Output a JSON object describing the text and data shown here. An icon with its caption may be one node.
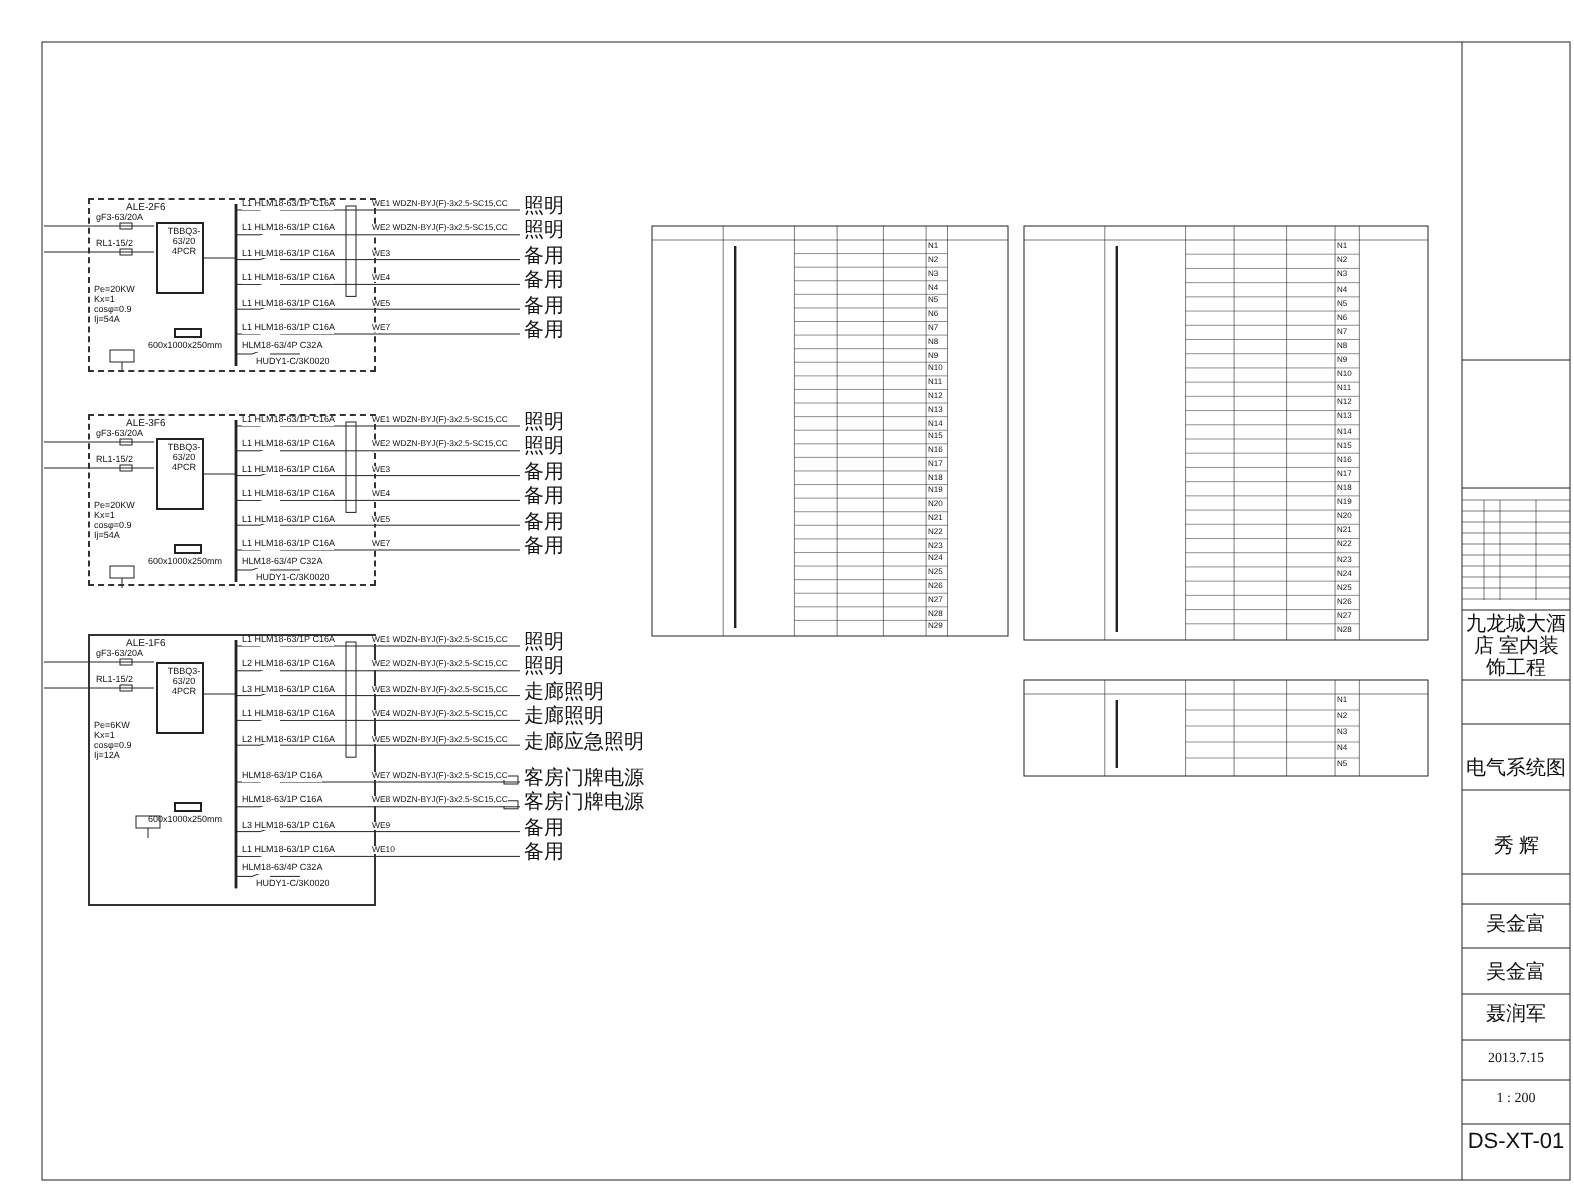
{
  "diagram": {
    "nodes": [
      {
        "text": [
          "ALE-2F6"
        ]
      },
      {
        "text": [
          "ALE-3F6"
        ]
      },
      {
        "text": [
          "ALE-1F6"
        ]
      },
      {
        "text": [
          "TBBQ3-63/20 4PCR"
        ],
        "in": 0
      },
      {
        "text": [],
        "shape": "box",
        "in": 0,
        "beside": [
          "600x1000x250mm"
        ]
      },
      {
        "text": [
          "TBBQ3-63/20 4PCR"
        ],
        "in": 1
      },
      {
        "text": [],
        "shape": "box",
        "in": 1,
        "beside": [
          "600x1000x250mm"
        ]
      },
      {
        "text": [
          "TBBQ3-63/20 4PCR"
        ],
        "in": 2
      },
      {
        "text": [],
        "shape": "box",
        "in": 2,
        "beside": [
          "600x1000x250mm"
        ]
      }
    ],
    "edges": [
      {
        "from": null,
        "to": 3,
        "arrow": "none"
      },
      {
        "from": null,
        "to": 3,
        "arrow": "none"
      },
      {
        "from": null,
        "to": 5,
        "arrow": "none"
      },
      {
        "from": null,
        "to": 5,
        "arrow": "none"
      },
      {
        "from": null,
        "to": 7,
        "arrow": "none"
      },
      {
        "from": null,
        "to": 7,
        "arrow": "none"
      }
    ],
    "labels": [
      "gF3-63/20A",
      "RL1-15/2",
      "Pe=20KW",
      "Kx=1",
      "cosφ=0.9",
      "Ij=54A",
      "L1 HLM18-63/1P C16A",
      "WE1 WDZN-BYJ(F)-3x2.5-SC15,CC",
      "照明",
      "L1 HLM18-63/1P C16A",
      "WE2 WDZN-BYJ(F)-3x2.5-SC15,CC",
      "照明",
      "L1 HLM18-63/1P C16A",
      "WE3",
      "备用",
      "L1 HLM18-63/1P C16A",
      "WE4",
      "备用",
      "L1 HLM18-63/1P C16A",
      "WE5",
      "备用",
      "L1 HLM18-63/1P C16A",
      "WE7",
      "备用",
      "HLM18-63/4P C32A",
      "HUDY1-C/3K0020",
      "gF3-63/20A",
      "RL1-15/2",
      "Pe=20KW",
      "Kx=1",
      "cosφ=0.9",
      "Ij=54A",
      "L1 HLM18-63/1P C16A",
      "WE1 WDZN-BYJ(F)-3x2.5-SC15,CC",
      "照明",
      "L1 HLM18-63/1P C16A",
      "WE2 WDZN-BYJ(F)-3x2.5-SC15,CC",
      "照明",
      "L1 HLM18-63/1P C16A",
      "WE3",
      "备用",
      "L1 HLM18-63/1P C16A",
      "WE4",
      "备用",
      "L1 HLM18-63/1P C16A",
      "WE5",
      "备用",
      "L1 HLM18-63/1P C16A",
      "WE7",
      "备用",
      "HLM18-63/4P C32A",
      "HUDY1-C/3K0020",
      "gF3-63/20A",
      "RL1-15/2",
      "Pe=6KW",
      "Kx=1",
      "cosφ=0.9",
      "Ij=12A",
      "L1 HLM18-63/1P C16A",
      "WE1 WDZN-BYJ(F)-3x2.5-SC15,CC",
      "照明",
      "L2 HLM18-63/1P C16A",
      "WE2 WDZN-BYJ(F)-3x2.5-SC15,CC",
      "照明",
      "L3 HLM18-63/1P C16A",
      "WE3 WDZN-BYJ(F)-3x2.5-SC15,CC",
      "走廊照明",
      "L1 HLM18-63/1P C16A",
      "WE4 WDZN-BYJ(F)-3x2.5-SC15,CC",
      "走廊照明",
      "L2 HLM18-63/1P C16A",
      "WE5 WDZN-BYJ(F)-3x2.5-SC15,CC",
      "走廊应急照明",
      "HLM18-63/1P C16A",
      "WE7 WDZN-BYJ(F)-3x2.5-SC15,CC",
      "客房门牌电源",
      "HLM18-63/1P C16A",
      "WE8 WDZN-BYJ(F)-3x2.5-SC15,CC",
      "客房门牌电源",
      "L3 HLM18-63/1P C16A",
      "WE9",
      "备用",
      "L1 HLM18-63/1P C16A",
      "WE10",
      "备用",
      "HLM18-63/4P C32A",
      "HUDY1-C/3K0020",
      "N1",
      "N2",
      "N3",
      "N4",
      "N5",
      "N6",
      "N7",
      "N8",
      "N9",
      "N10",
      "N11",
      "N12",
      "N13",
      "N14",
      "N15",
      "N16",
      "N17",
      "N18",
      "N19",
      "N20",
      "N21",
      "N22",
      "N23",
      "N24",
      "N25",
      "N26",
      "N27",
      "N28",
      "N29",
      "N1",
      "N2",
      "N3",
      "N4",
      "N5",
      "N6",
      "N7",
      "N8",
      "N9",
      "N10",
      "N11",
      "N12",
      "N13",
      "N14",
      "N15",
      "N16",
      "N17",
      "N18",
      "N19",
      "N20",
      "N21",
      "N22",
      "N23",
      "N24",
      "N25",
      "N26",
      "N27",
      "N28",
      "N1",
      "N2",
      "N3",
      "N4",
      "N5",
      "九龙城大酒店 室内装饰工程",
      "电气系统图",
      "秀 辉",
      "吴金富",
      "吴金富",
      "聂润军",
      "2013.7.15",
      "1 : 200",
      "DS-XT-01"
    ]
  }
}
